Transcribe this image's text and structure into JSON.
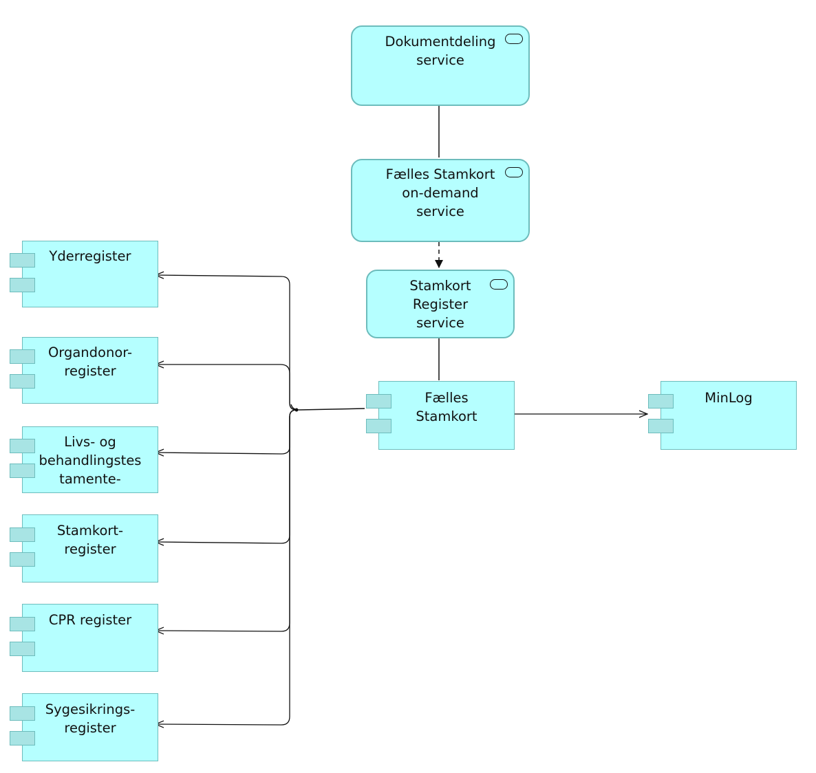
{
  "services": {
    "dokumentdeling": {
      "label": "Dokumentdeling\nservice",
      "icon": "service-icon"
    },
    "faelles_on_demand": {
      "label": "Fælles Stamkort\non-demand\nservice",
      "icon": "service-icon"
    },
    "stamkort_register": {
      "label": "Stamkort\nRegister\nservice",
      "icon": "service-icon"
    }
  },
  "components": {
    "faelles_stamkort": {
      "label": "Fælles\nStamkort",
      "icon": "component-icon"
    },
    "minlog": {
      "label": "MinLog",
      "icon": "component-icon"
    },
    "yderregister": {
      "label": "Yderregister",
      "icon": "component-icon"
    },
    "organdonor": {
      "label": "Organdonor-\nregister",
      "icon": "component-icon"
    },
    "livs": {
      "label": "Livs- og\nbehandlingstes\ntamente-",
      "icon": "component-icon"
    },
    "stamkort_reg": {
      "label": "Stamkort-\nregister",
      "icon": "component-icon"
    },
    "cpr": {
      "label": "CPR register",
      "icon": "component-icon"
    },
    "sygesikring": {
      "label": "Sygesikrings-\nregister",
      "icon": "component-icon"
    }
  },
  "colors": {
    "node_fill": "#b5ffff",
    "node_border": "#6cbcbc",
    "tab_fill": "#a8e4e4",
    "line": "#111111"
  }
}
